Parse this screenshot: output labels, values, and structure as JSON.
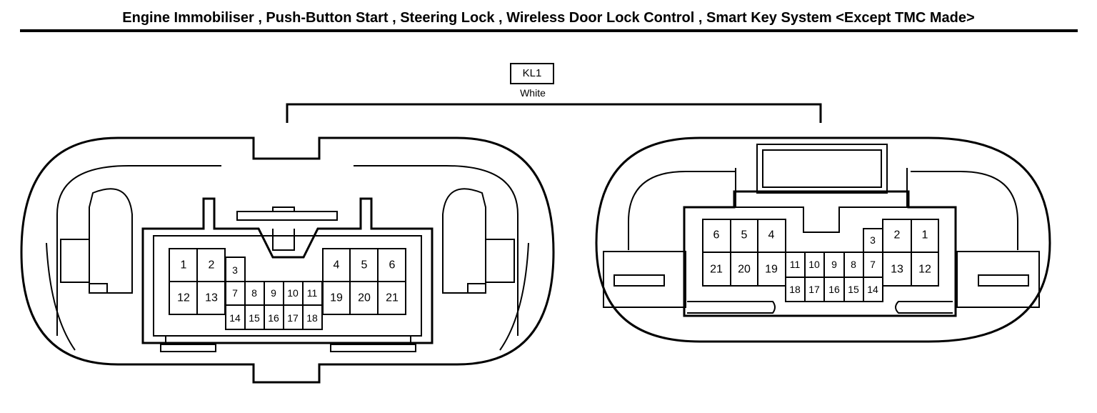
{
  "title": "Engine Immobiliser , Push-Button Start , Steering Lock , Wireless Door Lock Control , Smart Key System <Except TMC Made>",
  "connector": {
    "code": "KL1",
    "color": "White"
  },
  "left_view": {
    "pins_top": [
      "1",
      "2",
      "3",
      "4",
      "5",
      "6"
    ],
    "pins_middle": [
      "12",
      "13",
      "7",
      "8",
      "9",
      "10",
      "11",
      "19",
      "20",
      "21"
    ],
    "pins_bottom": [
      "14",
      "15",
      "16",
      "17",
      "18"
    ]
  },
  "right_view": {
    "pins_top": [
      "6",
      "5",
      "4",
      "3",
      "2",
      "1"
    ],
    "pins_middle": [
      "21",
      "20",
      "19",
      "11",
      "10",
      "9",
      "8",
      "7",
      "13",
      "12"
    ],
    "pins_bottom": [
      "18",
      "17",
      "16",
      "15",
      "14"
    ]
  }
}
